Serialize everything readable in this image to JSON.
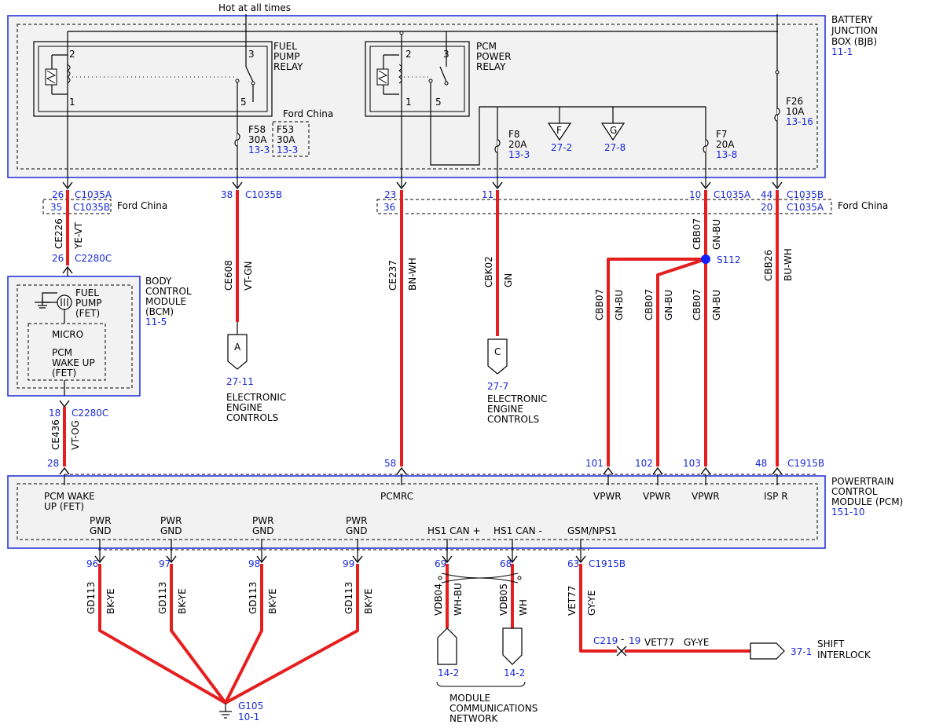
{
  "top_label": "Hot at all times",
  "colors": {
    "wire": "#e51f1f",
    "reference": "#1a2ad6",
    "module_fill": "#f2f2f2"
  },
  "modules": {
    "bjb": {
      "name": [
        "BATTERY",
        "JUNCTION",
        "BOX (BJB)"
      ],
      "ref": "11-1"
    },
    "bcm": {
      "name": [
        "BODY",
        "CONTROL",
        "MODULE",
        "(BCM)"
      ],
      "ref": "11-5",
      "fuel_pump": [
        "FUEL",
        "PUMP",
        "(FET)"
      ],
      "micro": "MICRO",
      "wakeup": [
        "PCM",
        "WAKE UP",
        "(FET)"
      ]
    },
    "pcm": {
      "name": [
        "POWERTRAIN",
        "CONTROL",
        "MODULE (PCM)"
      ],
      "ref": "151-10"
    }
  },
  "relays": {
    "fuel_pump": {
      "name": [
        "FUEL",
        "PUMP",
        "RELAY"
      ],
      "pins": [
        "2",
        "1",
        "3",
        "5"
      ]
    },
    "pcm_power": {
      "name": [
        "PCM",
        "POWER",
        "RELAY"
      ],
      "pins": [
        "2",
        "1",
        "3",
        "5"
      ]
    }
  },
  "fuses": {
    "f58": {
      "id": "F58",
      "amps": "30A",
      "ref": "13-3"
    },
    "f53": {
      "id": "F53",
      "amps": "30A",
      "ref": "13-3",
      "note": "Ford China"
    },
    "f8": {
      "id": "F8",
      "amps": "20A",
      "ref": "13-3"
    },
    "f7": {
      "id": "F7",
      "amps": "20A",
      "ref": "13-8"
    },
    "f26": {
      "id": "F26",
      "amps": "10A",
      "ref": "13-16"
    }
  },
  "grounds_bjb": [
    {
      "letter": "F",
      "ref": "27-2"
    },
    {
      "letter": "G",
      "ref": "27-8"
    }
  ],
  "connectors_top": {
    "p26": "26",
    "c1035a_1": "C1035A",
    "p35": "35",
    "c1035b_1": "C1035B",
    "ford_china_1": "Ford China",
    "p38": "38",
    "c1035b_2": "C1035B",
    "p23": "23",
    "p11": "11",
    "p10": "10",
    "c1035a_2": "C1035A",
    "p44": "44",
    "c1035b_3": "C1035B",
    "p36": "36",
    "p20": "20",
    "c1035a_3": "C1035A",
    "ford_china_2": "Ford China",
    "p26b": "26",
    "c2280c_1": "C2280C",
    "p18": "18",
    "c2280c_2": "C2280C"
  },
  "wires": {
    "ce226": {
      "circuit": "CE226",
      "color": "YE-VT"
    },
    "ce608": {
      "circuit": "CE608",
      "color": "VT-GN"
    },
    "ce237": {
      "circuit": "CE237",
      "color": "BN-WH"
    },
    "cbk02": {
      "circuit": "CBK02",
      "color": "GN"
    },
    "cbb07_main": {
      "circuit": "CBB07",
      "color": "GN-BU"
    },
    "cbb26": {
      "circuit": "CBB26",
      "color": "BU-WH"
    },
    "ce436": {
      "circuit": "CE436",
      "color": "VT-OG"
    },
    "cbb07_a": {
      "circuit": "CBB07",
      "color": "GN-BU"
    },
    "cbb07_b": {
      "circuit": "CBB07",
      "color": "GN-BU"
    },
    "cbb07_c": {
      "circuit": "CBB07",
      "color": "GN-BU"
    },
    "gd113_a": {
      "circuit": "GD113",
      "color": "BK-YE"
    },
    "gd113_b": {
      "circuit": "GD113",
      "color": "BK-YE"
    },
    "gd113_c": {
      "circuit": "GD113",
      "color": "BK-YE"
    },
    "gd113_d": {
      "circuit": "GD113",
      "color": "BK-YE"
    },
    "vdb04": {
      "circuit": "VDB04",
      "color": "WH-BU"
    },
    "vdb05": {
      "circuit": "VDB05",
      "color": "WH"
    },
    "vet77": {
      "circuit": "VET77",
      "color": "GY-YE"
    },
    "vet77_out": {
      "circuit": "VET77",
      "color": "GY-YE"
    }
  },
  "splice": "S112",
  "refs": {
    "a": {
      "letter": "A",
      "ref": "27-11",
      "label": [
        "ELECTRONIC",
        "ENGINE",
        "CONTROLS"
      ]
    },
    "c": {
      "letter": "C",
      "ref": "27-7",
      "label": [
        "ELECTRONIC",
        "ENGINE",
        "CONTROLS"
      ]
    }
  },
  "pcm_top_pins": [
    {
      "num": "28",
      "label": [
        "PCM WAKE",
        "UP (FET)"
      ]
    },
    {
      "num": "58",
      "label": [
        "PCMRC"
      ]
    },
    {
      "num": "101",
      "label": [
        "VPWR"
      ]
    },
    {
      "num": "102",
      "label": [
        "VPWR"
      ]
    },
    {
      "num": "103",
      "label": [
        "VPWR"
      ]
    },
    {
      "num": "48",
      "label": [
        "ISP R"
      ]
    }
  ],
  "pcm_top_connector": "C1915B",
  "pcm_bottom_pins": [
    {
      "num": "96",
      "label": [
        "PWR",
        "GND"
      ]
    },
    {
      "num": "97",
      "label": [
        "PWR",
        "GND"
      ]
    },
    {
      "num": "98",
      "label": [
        "PWR",
        "GND"
      ]
    },
    {
      "num": "99",
      "label": [
        "PWR",
        "GND"
      ]
    },
    {
      "num": "69",
      "label": [
        "HS1 CAN +"
      ]
    },
    {
      "num": "68",
      "label": [
        "HS1 CAN -"
      ]
    },
    {
      "num": "63",
      "label": [
        "GSM/NPS1"
      ]
    }
  ],
  "pcm_bottom_connector": "C1915B",
  "ground": {
    "id": "G105",
    "ref": "10-1"
  },
  "network": {
    "ref_a": "14-2",
    "ref_b": "14-2",
    "label": [
      "MODULE",
      "COMMUNICATIONS",
      "NETWORK"
    ]
  },
  "inline": {
    "connector": "C219",
    "sep": "-",
    "pin": "19"
  },
  "shift_interlock": {
    "ref": "37-1",
    "label": [
      "SHIFT",
      "INTERLOCK"
    ]
  }
}
